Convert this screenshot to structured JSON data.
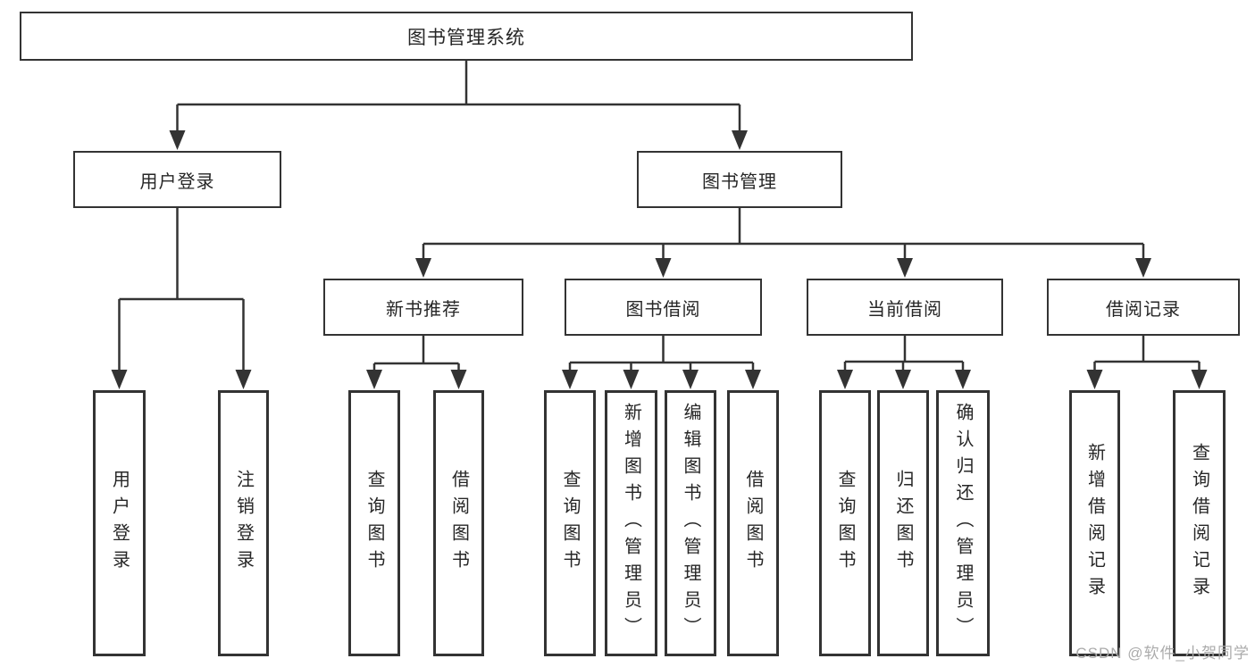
{
  "diagram": {
    "title": "图书管理系统",
    "level1": {
      "user_login": "用户登录",
      "book_mgmt": "图书管理"
    },
    "level2": {
      "new_book_rec": "新书推荐",
      "book_borrow": "图书借阅",
      "current_borrow": "当前借阅",
      "borrow_record": "借阅记录"
    },
    "leaves": {
      "user_login": "用户登录",
      "logout": "注销登录",
      "rec_query_books": "查询图书",
      "rec_borrow_books": "借阅图书",
      "bb_query_books": "查询图书",
      "bb_add_books": "新增图书（管理员）",
      "bb_edit_books": "编辑图书（管理员）",
      "bb_borrow_books": "借阅图书",
      "cb_query_books": "查询图书",
      "cb_return_books": "归还图书",
      "cb_confirm_return": "确认归还（管理员）",
      "br_add_record": "新增借阅记录",
      "br_query_record": "查询借阅记录"
    }
  },
  "watermark": "CSDN @软件_小贺同学",
  "colors": {
    "line": "#333333",
    "box_border": "#333333",
    "text": "#262626",
    "background": "#ffffff",
    "watermark": "#ababab"
  }
}
